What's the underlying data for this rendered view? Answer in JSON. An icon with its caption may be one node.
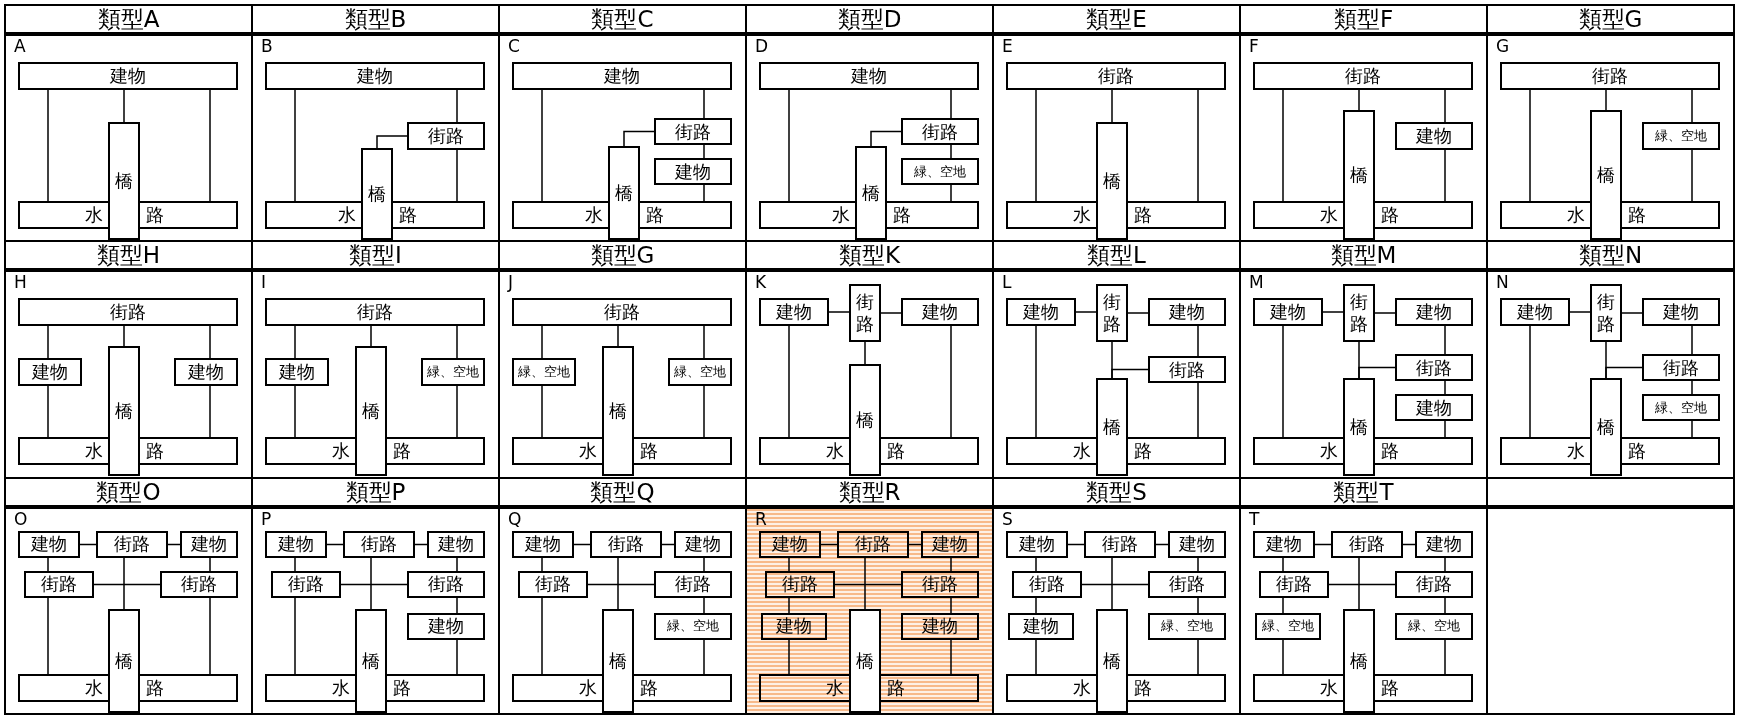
{
  "diagram": {
    "nodes": [
      {
        "text": [
          "類型A",
          "A"
        ]
      },
      {
        "text": [
          "建物"
        ],
        "in": 0
      },
      {
        "text": [
          "橋"
        ],
        "in": 0
      },
      {
        "text": [
          "水",
          "路"
        ],
        "in": 0
      },
      {
        "text": [
          "類型B",
          "B"
        ]
      },
      {
        "text": [
          "建物"
        ],
        "in": 4
      },
      {
        "text": [
          "街路"
        ],
        "in": 4
      },
      {
        "text": [
          "橋"
        ],
        "in": 4
      },
      {
        "text": [
          "水",
          "路"
        ],
        "in": 4
      },
      {
        "text": [
          "類型C",
          "C"
        ]
      },
      {
        "text": [
          "建物"
        ],
        "in": 9
      },
      {
        "text": [
          "街路"
        ],
        "in": 9
      },
      {
        "text": [
          "建物"
        ],
        "in": 9
      },
      {
        "text": [
          "橋"
        ],
        "in": 9
      },
      {
        "text": [
          "水",
          "路"
        ],
        "in": 9
      },
      {
        "text": [
          "類型D",
          "D"
        ]
      },
      {
        "text": [
          "建物"
        ],
        "in": 15
      },
      {
        "text": [
          "街路"
        ],
        "in": 15
      },
      {
        "text": [
          "緑、空地"
        ],
        "in": 15
      },
      {
        "text": [
          "橋"
        ],
        "in": 15
      },
      {
        "text": [
          "水",
          "路"
        ],
        "in": 15
      },
      {
        "text": [
          "類型E",
          "E"
        ]
      },
      {
        "text": [
          "街路"
        ],
        "in": 21
      },
      {
        "text": [
          "橋"
        ],
        "in": 21
      },
      {
        "text": [
          "水",
          "路"
        ],
        "in": 21
      },
      {
        "text": [
          "類型F",
          "F"
        ]
      },
      {
        "text": [
          "街路"
        ],
        "in": 25
      },
      {
        "text": [
          "橋"
        ],
        "in": 25
      },
      {
        "text": [
          "建物"
        ],
        "in": 25
      },
      {
        "text": [
          "水",
          "路"
        ],
        "in": 25
      },
      {
        "text": [
          "類型G",
          "G"
        ]
      },
      {
        "text": [
          "街路"
        ],
        "in": 30
      },
      {
        "text": [
          "橋"
        ],
        "in": 30
      },
      {
        "text": [
          "緑、空地"
        ],
        "in": 30
      },
      {
        "text": [
          "水",
          "路"
        ],
        "in": 30
      },
      {
        "text": [
          "類型H",
          "H"
        ]
      },
      {
        "text": [
          "街路"
        ],
        "in": 35
      },
      {
        "text": [
          "建物"
        ],
        "in": 35
      },
      {
        "text": [
          "橋"
        ],
        "in": 35
      },
      {
        "text": [
          "建物"
        ],
        "in": 35
      },
      {
        "text": [
          "水",
          "路"
        ],
        "in": 35
      },
      {
        "text": [
          "類型I",
          "I"
        ]
      },
      {
        "text": [
          "街路"
        ],
        "in": 41
      },
      {
        "text": [
          "建物"
        ],
        "in": 41
      },
      {
        "text": [
          "橋"
        ],
        "in": 41
      },
      {
        "text": [
          "緑、空地"
        ],
        "in": 41
      },
      {
        "text": [
          "水",
          "路"
        ],
        "in": 41
      },
      {
        "text": [
          "類型G",
          "J"
        ]
      },
      {
        "text": [
          "街路"
        ],
        "in": 47
      },
      {
        "text": [
          "緑、空地"
        ],
        "in": 47
      },
      {
        "text": [
          "橋"
        ],
        "in": 47
      },
      {
        "text": [
          "緑、空地"
        ],
        "in": 47
      },
      {
        "text": [
          "水",
          "路"
        ],
        "in": 47
      },
      {
        "text": [
          "類型K",
          "K"
        ]
      },
      {
        "text": [
          "建物"
        ],
        "in": 53
      },
      {
        "text": [
          "街路"
        ],
        "in": 53
      },
      {
        "text": [
          "建物"
        ],
        "in": 53
      },
      {
        "text": [
          "橋"
        ],
        "in": 53
      },
      {
        "text": [
          "水",
          "路"
        ],
        "in": 53
      },
      {
        "text": [
          "類型L",
          "L"
        ]
      },
      {
        "text": [
          "建物"
        ],
        "in": 59
      },
      {
        "text": [
          "街路"
        ],
        "in": 59
      },
      {
        "text": [
          "建物"
        ],
        "in": 59
      },
      {
        "text": [
          "街路"
        ],
        "in": 59
      },
      {
        "text": [
          "橋"
        ],
        "in": 59
      },
      {
        "text": [
          "水",
          "路"
        ],
        "in": 59
      },
      {
        "text": [
          "類型M",
          "M"
        ]
      },
      {
        "text": [
          "建物"
        ],
        "in": 66
      },
      {
        "text": [
          "街路"
        ],
        "in": 66
      },
      {
        "text": [
          "建物"
        ],
        "in": 66
      },
      {
        "text": [
          "街路"
        ],
        "in": 66
      },
      {
        "text": [
          "橋"
        ],
        "in": 66
      },
      {
        "text": [
          "建物"
        ],
        "in": 66
      },
      {
        "text": [
          "水",
          "路"
        ],
        "in": 66
      },
      {
        "text": [
          "類型N",
          "N"
        ]
      },
      {
        "text": [
          "建物"
        ],
        "in": 74
      },
      {
        "text": [
          "街路"
        ],
        "in": 74
      },
      {
        "text": [
          "建物"
        ],
        "in": 74
      },
      {
        "text": [
          "街路"
        ],
        "in": 74
      },
      {
        "text": [
          "橋"
        ],
        "in": 74
      },
      {
        "text": [
          "緑、空地"
        ],
        "in": 74
      },
      {
        "text": [
          "水",
          "路"
        ],
        "in": 74
      },
      {
        "text": [
          "類型O",
          "O"
        ]
      },
      {
        "text": [
          "建物"
        ],
        "in": 82
      },
      {
        "text": [
          "街路"
        ],
        "in": 82
      },
      {
        "text": [
          "建物"
        ],
        "in": 82
      },
      {
        "text": [
          "街路"
        ],
        "in": 82
      },
      {
        "text": [
          "街路"
        ],
        "in": 82
      },
      {
        "text": [
          "橋"
        ],
        "in": 82
      },
      {
        "text": [
          "水",
          "路"
        ],
        "in": 82
      },
      {
        "text": [
          "類型P",
          "P"
        ]
      },
      {
        "text": [
          "建物"
        ],
        "in": 90
      },
      {
        "text": [
          "街路"
        ],
        "in": 90
      },
      {
        "text": [
          "建物"
        ],
        "in": 90
      },
      {
        "text": [
          "街路"
        ],
        "in": 90
      },
      {
        "text": [
          "街路"
        ],
        "in": 90
      },
      {
        "text": [
          "橋"
        ],
        "in": 90
      },
      {
        "text": [
          "建物"
        ],
        "in": 90
      },
      {
        "text": [
          "水",
          "路"
        ],
        "in": 90
      },
      {
        "text": [
          "類型Q",
          "Q"
        ]
      },
      {
        "text": [
          "建物"
        ],
        "in": 99
      },
      {
        "text": [
          "街路"
        ],
        "in": 99
      },
      {
        "text": [
          "建物"
        ],
        "in": 99
      },
      {
        "text": [
          "街路"
        ],
        "in": 99
      },
      {
        "text": [
          "街路"
        ],
        "in": 99
      },
      {
        "text": [
          "橋"
        ],
        "in": 99
      },
      {
        "text": [
          "緑、空地"
        ],
        "in": 99
      },
      {
        "text": [
          "水",
          "路"
        ],
        "in": 99
      },
      {
        "text": [
          "類型R",
          "R"
        ]
      },
      {
        "text": [
          "建物"
        ],
        "in": 108
      },
      {
        "text": [
          "街路"
        ],
        "in": 108
      },
      {
        "text": [
          "建物"
        ],
        "in": 108
      },
      {
        "text": [
          "街路"
        ],
        "in": 108
      },
      {
        "text": [
          "街路"
        ],
        "in": 108
      },
      {
        "text": [
          "橋"
        ],
        "in": 108
      },
      {
        "text": [
          "建物"
        ],
        "in": 108
      },
      {
        "text": [
          "建物"
        ],
        "in": 108
      },
      {
        "text": [
          "水",
          "路"
        ],
        "in": 108
      },
      {
        "text": [
          "類型S",
          "S"
        ]
      },
      {
        "text": [
          "建物"
        ],
        "in": 118
      },
      {
        "text": [
          "街路"
        ],
        "in": 118
      },
      {
        "text": [
          "建物"
        ],
        "in": 118
      },
      {
        "text": [
          "街路"
        ],
        "in": 118
      },
      {
        "text": [
          "街路"
        ],
        "in": 118
      },
      {
        "text": [
          "橋"
        ],
        "in": 118
      },
      {
        "text": [
          "建物"
        ],
        "in": 118
      },
      {
        "text": [
          "緑、空地"
        ],
        "in": 118
      },
      {
        "text": [
          "水",
          "路"
        ],
        "in": 118
      },
      {
        "text": [
          "類型T",
          "T"
        ]
      },
      {
        "text": [
          "建物"
        ],
        "in": 128
      },
      {
        "text": [
          "街路"
        ],
        "in": 128
      },
      {
        "text": [
          "建物"
        ],
        "in": 128
      },
      {
        "text": [
          "街路"
        ],
        "in": 128
      },
      {
        "text": [
          "街路"
        ],
        "in": 128
      },
      {
        "text": [
          "橋"
        ],
        "in": 128
      },
      {
        "text": [
          "緑、空地"
        ],
        "in": 128
      },
      {
        "text": [
          "緑、空地"
        ],
        "in": 128
      },
      {
        "text": [
          "水",
          "路"
        ],
        "in": 128
      }
    ],
    "edges": [
      {
        "from": 1,
        "to": 3,
        "arrow": "none"
      },
      {
        "from": 1,
        "to": 2,
        "arrow": "none"
      },
      {
        "from": 1,
        "to": 3,
        "arrow": "none"
      },
      {
        "from": 5,
        "to": 8,
        "arrow": "none"
      },
      {
        "from": 5,
        "to": 6,
        "arrow": "none"
      },
      {
        "from": 6,
        "to": 8,
        "arrow": "none"
      },
      {
        "from": 6,
        "to": 7,
        "arrow": "none"
      },
      {
        "from": 10,
        "to": 14,
        "arrow": "none"
      },
      {
        "from": 10,
        "to": 11,
        "arrow": "none"
      },
      {
        "from": 11,
        "to": 12,
        "arrow": "none"
      },
      {
        "from": 12,
        "to": 14,
        "arrow": "none"
      },
      {
        "from": 11,
        "to": 13,
        "arrow": "none"
      },
      {
        "from": 16,
        "to": 20,
        "arrow": "none"
      },
      {
        "from": 16,
        "to": 17,
        "arrow": "none"
      },
      {
        "from": 17,
        "to": 18,
        "arrow": "none"
      },
      {
        "from": 18,
        "to": 20,
        "arrow": "none"
      },
      {
        "from": 17,
        "to": 19,
        "arrow": "none"
      },
      {
        "from": 22,
        "to": 24,
        "arrow": "none"
      },
      {
        "from": 22,
        "to": 23,
        "arrow": "none"
      },
      {
        "from": 22,
        "to": 24,
        "arrow": "none"
      },
      {
        "from": 26,
        "to": 29,
        "arrow": "none"
      },
      {
        "from": 26,
        "to": 27,
        "arrow": "none"
      },
      {
        "from": 26,
        "to": 28,
        "arrow": "none"
      },
      {
        "from": 28,
        "to": 29,
        "arrow": "none"
      },
      {
        "from": 31,
        "to": 34,
        "arrow": "none"
      },
      {
        "from": 31,
        "to": 32,
        "arrow": "none"
      },
      {
        "from": 31,
        "to": 33,
        "arrow": "none"
      },
      {
        "from": 33,
        "to": 34,
        "arrow": "none"
      },
      {
        "from": 36,
        "to": 37,
        "arrow": "none"
      },
      {
        "from": 37,
        "to": 40,
        "arrow": "none"
      },
      {
        "from": 36,
        "to": 38,
        "arrow": "none"
      },
      {
        "from": 36,
        "to": 39,
        "arrow": "none"
      },
      {
        "from": 39,
        "to": 40,
        "arrow": "none"
      },
      {
        "from": 42,
        "to": 43,
        "arrow": "none"
      },
      {
        "from": 43,
        "to": 46,
        "arrow": "none"
      },
      {
        "from": 42,
        "to": 44,
        "arrow": "none"
      },
      {
        "from": 42,
        "to": 45,
        "arrow": "none"
      },
      {
        "from": 45,
        "to": 46,
        "arrow": "none"
      },
      {
        "from": 48,
        "to": 49,
        "arrow": "none"
      },
      {
        "from": 49,
        "to": 52,
        "arrow": "none"
      },
      {
        "from": 48,
        "to": 50,
        "arrow": "none"
      },
      {
        "from": 48,
        "to": 51,
        "arrow": "none"
      },
      {
        "from": 51,
        "to": 52,
        "arrow": "none"
      },
      {
        "from": 54,
        "to": 55,
        "arrow": "none"
      },
      {
        "from": 55,
        "to": 56,
        "arrow": "none"
      },
      {
        "from": 55,
        "to": 57,
        "arrow": "none"
      },
      {
        "from": 54,
        "to": 58,
        "arrow": "none"
      },
      {
        "from": 56,
        "to": 58,
        "arrow": "none"
      },
      {
        "from": 60,
        "to": 61,
        "arrow": "none"
      },
      {
        "from": 61,
        "to": 62,
        "arrow": "none"
      },
      {
        "from": 61,
        "to": 64,
        "arrow": "none"
      },
      {
        "from": 60,
        "to": 65,
        "arrow": "none"
      },
      {
        "from": 62,
        "to": 63,
        "arrow": "none"
      },
      {
        "from": 63,
        "to": 65,
        "arrow": "none"
      },
      {
        "from": 63,
        "to": 64,
        "arrow": "none"
      },
      {
        "from": 67,
        "to": 68,
        "arrow": "none"
      },
      {
        "from": 68,
        "to": 69,
        "arrow": "none"
      },
      {
        "from": 68,
        "to": 71,
        "arrow": "none"
      },
      {
        "from": 67,
        "to": 73,
        "arrow": "none"
      },
      {
        "from": 69,
        "to": 70,
        "arrow": "none"
      },
      {
        "from": 70,
        "to": 72,
        "arrow": "none"
      },
      {
        "from": 72,
        "to": 73,
        "arrow": "none"
      },
      {
        "from": 70,
        "to": 71,
        "arrow": "none"
      },
      {
        "from": 75,
        "to": 76,
        "arrow": "none"
      },
      {
        "from": 76,
        "to": 77,
        "arrow": "none"
      },
      {
        "from": 76,
        "to": 79,
        "arrow": "none"
      },
      {
        "from": 75,
        "to": 81,
        "arrow": "none"
      },
      {
        "from": 77,
        "to": 78,
        "arrow": "none"
      },
      {
        "from": 78,
        "to": 80,
        "arrow": "none"
      },
      {
        "from": 80,
        "to": 81,
        "arrow": "none"
      },
      {
        "from": 78,
        "to": 79,
        "arrow": "none"
      },
      {
        "from": 83,
        "to": 84,
        "arrow": "none"
      },
      {
        "from": 84,
        "to": 85,
        "arrow": "none"
      },
      {
        "from": 83,
        "to": 86,
        "arrow": "none"
      },
      {
        "from": 84,
        "to": 88,
        "arrow": "none"
      },
      {
        "from": 85,
        "to": 87,
        "arrow": "none"
      },
      {
        "from": 86,
        "to": 87,
        "arrow": "none"
      },
      {
        "from": 86,
        "to": 89,
        "arrow": "none"
      },
      {
        "from": 87,
        "to": 89,
        "arrow": "none"
      },
      {
        "from": 91,
        "to": 92,
        "arrow": "none"
      },
      {
        "from": 92,
        "to": 93,
        "arrow": "none"
      },
      {
        "from": 91,
        "to": 94,
        "arrow": "none"
      },
      {
        "from": 92,
        "to": 96,
        "arrow": "none"
      },
      {
        "from": 93,
        "to": 95,
        "arrow": "none"
      },
      {
        "from": 94,
        "to": 95,
        "arrow": "none"
      },
      {
        "from": 94,
        "to": 98,
        "arrow": "none"
      },
      {
        "from": 95,
        "to": 97,
        "arrow": "none"
      },
      {
        "from": 97,
        "to": 98,
        "arrow": "none"
      },
      {
        "from": 100,
        "to": 101,
        "arrow": "none"
      },
      {
        "from": 101,
        "to": 102,
        "arrow": "none"
      },
      {
        "from": 100,
        "to": 103,
        "arrow": "none"
      },
      {
        "from": 101,
        "to": 105,
        "arrow": "none"
      },
      {
        "from": 102,
        "to": 104,
        "arrow": "none"
      },
      {
        "from": 103,
        "to": 104,
        "arrow": "none"
      },
      {
        "from": 103,
        "to": 107,
        "arrow": "none"
      },
      {
        "from": 104,
        "to": 106,
        "arrow": "none"
      },
      {
        "from": 106,
        "to": 107,
        "arrow": "none"
      },
      {
        "from": 109,
        "to": 110,
        "arrow": "none"
      },
      {
        "from": 110,
        "to": 111,
        "arrow": "none"
      },
      {
        "from": 109,
        "to": 112,
        "arrow": "none"
      },
      {
        "from": 110,
        "to": 114,
        "arrow": "none"
      },
      {
        "from": 111,
        "to": 113,
        "arrow": "none"
      },
      {
        "from": 112,
        "to": 113,
        "arrow": "none"
      },
      {
        "from": 112,
        "to": 115,
        "arrow": "none"
      },
      {
        "from": 115,
        "to": 117,
        "arrow": "none"
      },
      {
        "from": 113,
        "to": 116,
        "arrow": "none"
      },
      {
        "from": 116,
        "to": 117,
        "arrow": "none"
      },
      {
        "from": 119,
        "to": 120,
        "arrow": "none"
      },
      {
        "from": 120,
        "to": 121,
        "arrow": "none"
      },
      {
        "from": 119,
        "to": 122,
        "arrow": "none"
      },
      {
        "from": 120,
        "to": 124,
        "arrow": "none"
      },
      {
        "from": 121,
        "to": 123,
        "arrow": "none"
      },
      {
        "from": 122,
        "to": 123,
        "arrow": "none"
      },
      {
        "from": 122,
        "to": 125,
        "arrow": "none"
      },
      {
        "from": 125,
        "to": 127,
        "arrow": "none"
      },
      {
        "from": 123,
        "to": 126,
        "arrow": "none"
      },
      {
        "from": 126,
        "to": 127,
        "arrow": "none"
      },
      {
        "from": 129,
        "to": 130,
        "arrow": "none"
      },
      {
        "from": 130,
        "to": 131,
        "arrow": "none"
      },
      {
        "from": 129,
        "to": 132,
        "arrow": "none"
      },
      {
        "from": 130,
        "to": 134,
        "arrow": "none"
      },
      {
        "from": 131,
        "to": 133,
        "arrow": "none"
      },
      {
        "from": 132,
        "to": 133,
        "arrow": "none"
      },
      {
        "from": 132,
        "to": 135,
        "arrow": "none"
      },
      {
        "from": 135,
        "to": 137,
        "arrow": "none"
      },
      {
        "from": 133,
        "to": 136,
        "arrow": "none"
      },
      {
        "from": 136,
        "to": 137,
        "arrow": "none"
      }
    ]
  }
}
